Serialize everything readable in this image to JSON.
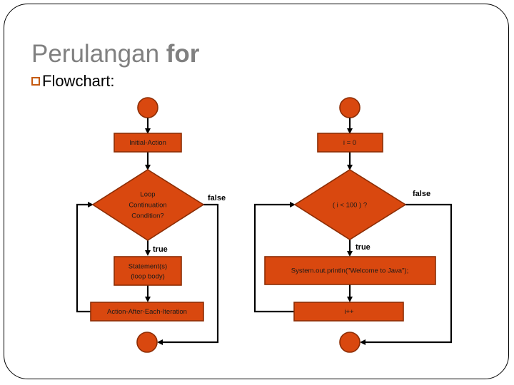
{
  "slide": {
    "title_main": "Perulangan ",
    "title_keyword": "for",
    "subtitle": "Flowchart:",
    "bullet_icon": "hollow-square-bullet",
    "title_color": "#808080",
    "bullet_color": "#C55A11",
    "shape_fill_color": "#D9480F",
    "shape_border_color": "#8C2D04",
    "connector_color": "#000000"
  },
  "flowcharts": [
    {
      "id": "generic",
      "start_node": "start-circle",
      "end_node": "end-circle",
      "nodes": {
        "initial_action": "Initial-Action",
        "condition_line1": "Loop",
        "condition_line2": "Continuation",
        "condition_line3": "Condition?",
        "body_line1": "Statement(s)",
        "body_line2": "(loop body)",
        "after_each": "Action-After-Each-Iteration"
      },
      "labels": {
        "false": "false",
        "true": "true"
      }
    },
    {
      "id": "java-example",
      "start_node": "start-circle",
      "end_node": "end-circle",
      "nodes": {
        "initial_action": "i = 0",
        "condition": "( i < 100 ) ?",
        "body": "System.out.println(\"Welcome to Java\");",
        "after_each": "i++"
      },
      "labels": {
        "false": "false",
        "true": "true"
      }
    }
  ]
}
